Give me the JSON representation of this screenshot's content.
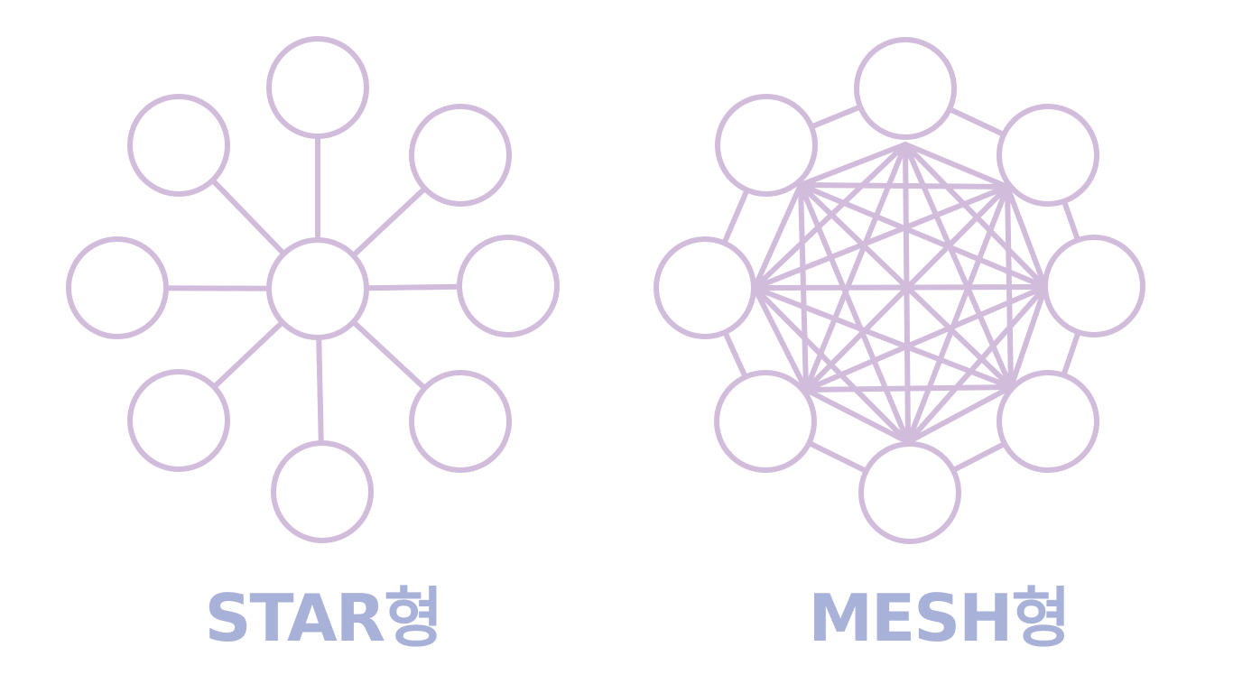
{
  "colors": {
    "node_stroke": "#d2bcdc",
    "edge_stroke": "#d2bcdc",
    "node_fill": "#ffffff",
    "caption": "#a8b2d8",
    "background": "#ffffff"
  },
  "star": {
    "label": "STAR형",
    "topology": "star",
    "hub": "center",
    "nodes": [
      "center",
      "top",
      "top-right",
      "right",
      "bottom-right",
      "bottom",
      "bottom-left",
      "left",
      "top-left"
    ],
    "edges": [
      [
        "center",
        "top"
      ],
      [
        "center",
        "top-right"
      ],
      [
        "center",
        "right"
      ],
      [
        "center",
        "bottom-right"
      ],
      [
        "center",
        "bottom"
      ],
      [
        "center",
        "bottom-left"
      ],
      [
        "center",
        "left"
      ],
      [
        "center",
        "top-left"
      ]
    ]
  },
  "mesh": {
    "label": "MESH형",
    "topology": "mesh",
    "nodes": [
      "top",
      "top-right",
      "right",
      "bottom-right",
      "bottom",
      "bottom-left",
      "left",
      "top-left"
    ],
    "ring_edges": [
      [
        "top",
        "top-right"
      ],
      [
        "top-right",
        "right"
      ],
      [
        "right",
        "bottom-right"
      ],
      [
        "bottom-right",
        "bottom"
      ],
      [
        "bottom",
        "bottom-left"
      ],
      [
        "bottom-left",
        "left"
      ],
      [
        "left",
        "top-left"
      ],
      [
        "top-left",
        "top"
      ]
    ],
    "inner_edges": "all-pairs"
  }
}
